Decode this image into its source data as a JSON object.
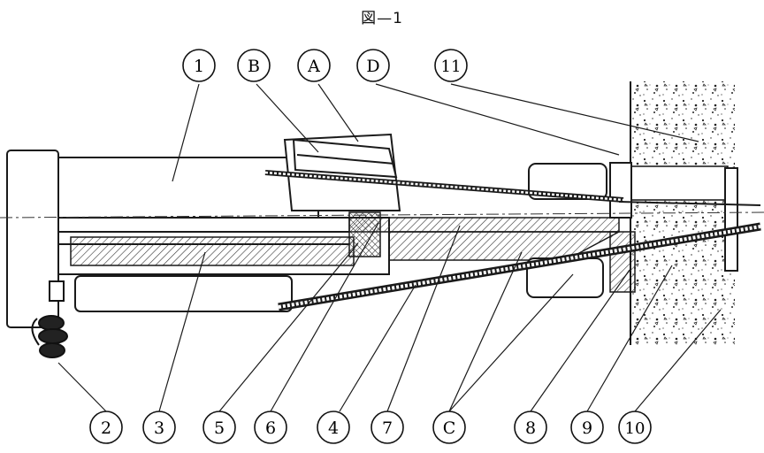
{
  "figure": {
    "title": "図—1"
  },
  "callouts": {
    "top": [
      "1",
      "B",
      "A",
      "D",
      "11"
    ],
    "bottom": [
      "2",
      "3",
      "5",
      "6",
      "4",
      "7",
      "C",
      "8",
      "9",
      "10"
    ]
  },
  "colors": {
    "ink": "#1a1a1a",
    "hatch": "#333333",
    "paper": "#ffffff"
  }
}
